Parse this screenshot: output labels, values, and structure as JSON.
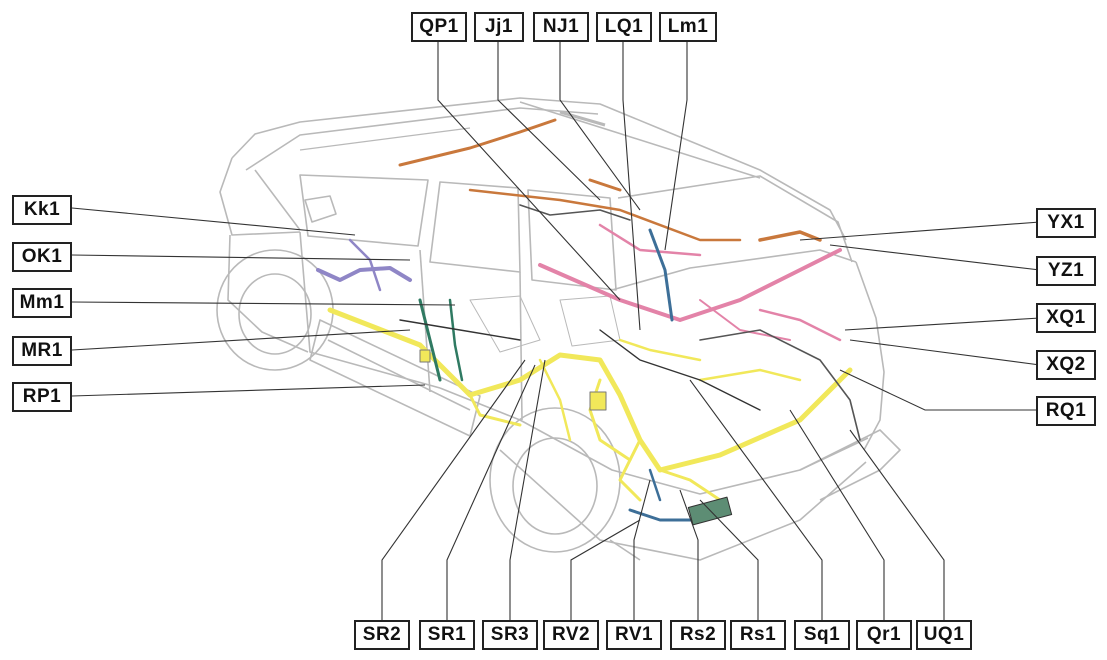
{
  "diagram": {
    "colors": {
      "outline": "#b9b9b9",
      "leader": "#333333",
      "yellow_harness": "#f1e85a",
      "pink_harness": "#e383a8",
      "orange_harness": "#c9783c",
      "blue_harness": "#3d6f98",
      "purple_harness": "#8f86c6",
      "green_harness": "#2f7a62"
    },
    "top_labels": [
      "QP1",
      "Jj1",
      "NJ1",
      "LQ1",
      "Lm1"
    ],
    "left_labels": [
      "Kk1",
      "OK1",
      "Mm1",
      "MR1",
      "RP1"
    ],
    "right_labels": [
      "YX1",
      "YZ1",
      "XQ1",
      "XQ2",
      "RQ1"
    ],
    "bottom_labels": [
      "SR2",
      "SR1",
      "SR3",
      "RV2",
      "RV1",
      "Rs2",
      "Rs1",
      "Sq1",
      "Qr1",
      "UQ1"
    ]
  }
}
